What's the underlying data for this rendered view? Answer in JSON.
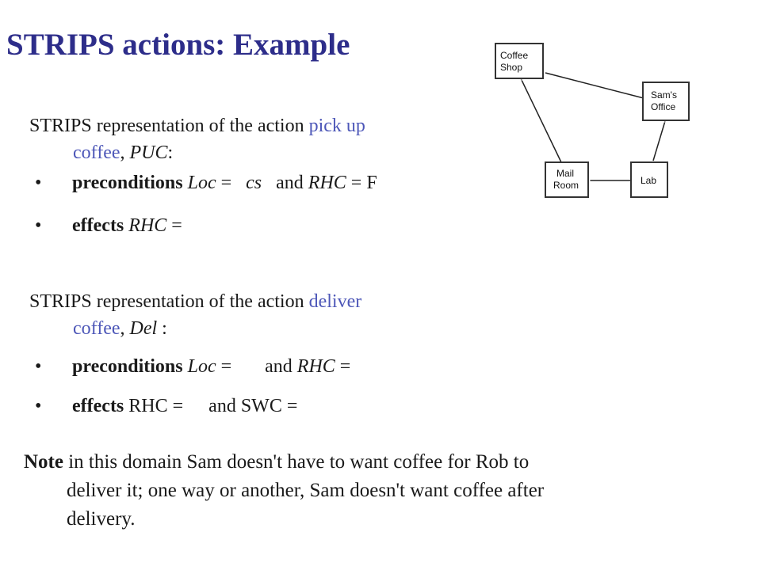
{
  "title": "STRIPS actions: Example",
  "puc": {
    "intro_1": "STRIPS representation of the action",
    "action_1": "pick up",
    "action_2": "coffee",
    "sep": ",",
    "abbr": "PUC",
    "end": ":",
    "pre_label": "preconditions",
    "pre_var1": "Loc",
    "pre_eq1": " =",
    "pre_val1": "cs",
    "pre_and": "and",
    "pre_var2": "RHC",
    "pre_eq2": " = ",
    "pre_val2": "F",
    "eff_label": "effects",
    "eff_var": "RHC",
    "eff_eq": " ="
  },
  "del": {
    "intro_1": "STRIPS representation of the action",
    "action_1": "deliver",
    "action_2": "coffee",
    "sep": ",",
    "abbr": "Del",
    "end": " :",
    "pre_label": "preconditions",
    "pre_var1": "Loc",
    "pre_eq1": " =",
    "pre_and": "and",
    "pre_var2": "RHC",
    "pre_eq2": " =",
    "eff_label": "effects",
    "eff_text1": "RHC =",
    "eff_and": "and",
    "eff_text2": "SWC ="
  },
  "note": {
    "bold": "Note",
    "line1": " in this domain Sam doesn't have to want coffee for Rob to",
    "line2": "deliver it; one way or another, Sam doesn't want coffee after",
    "line3": "delivery."
  },
  "bullet_char": "•",
  "map": {
    "nodes": [
      {
        "id": "coffee-shop",
        "line1": "Coffee",
        "line2": "Shop"
      },
      {
        "id": "sams-office",
        "line1": "Sam's",
        "line2": "Office"
      },
      {
        "id": "mail-room",
        "line1": "Mail",
        "line2": "Room"
      },
      {
        "id": "lab",
        "line1": "Lab",
        "line2": ""
      }
    ]
  }
}
